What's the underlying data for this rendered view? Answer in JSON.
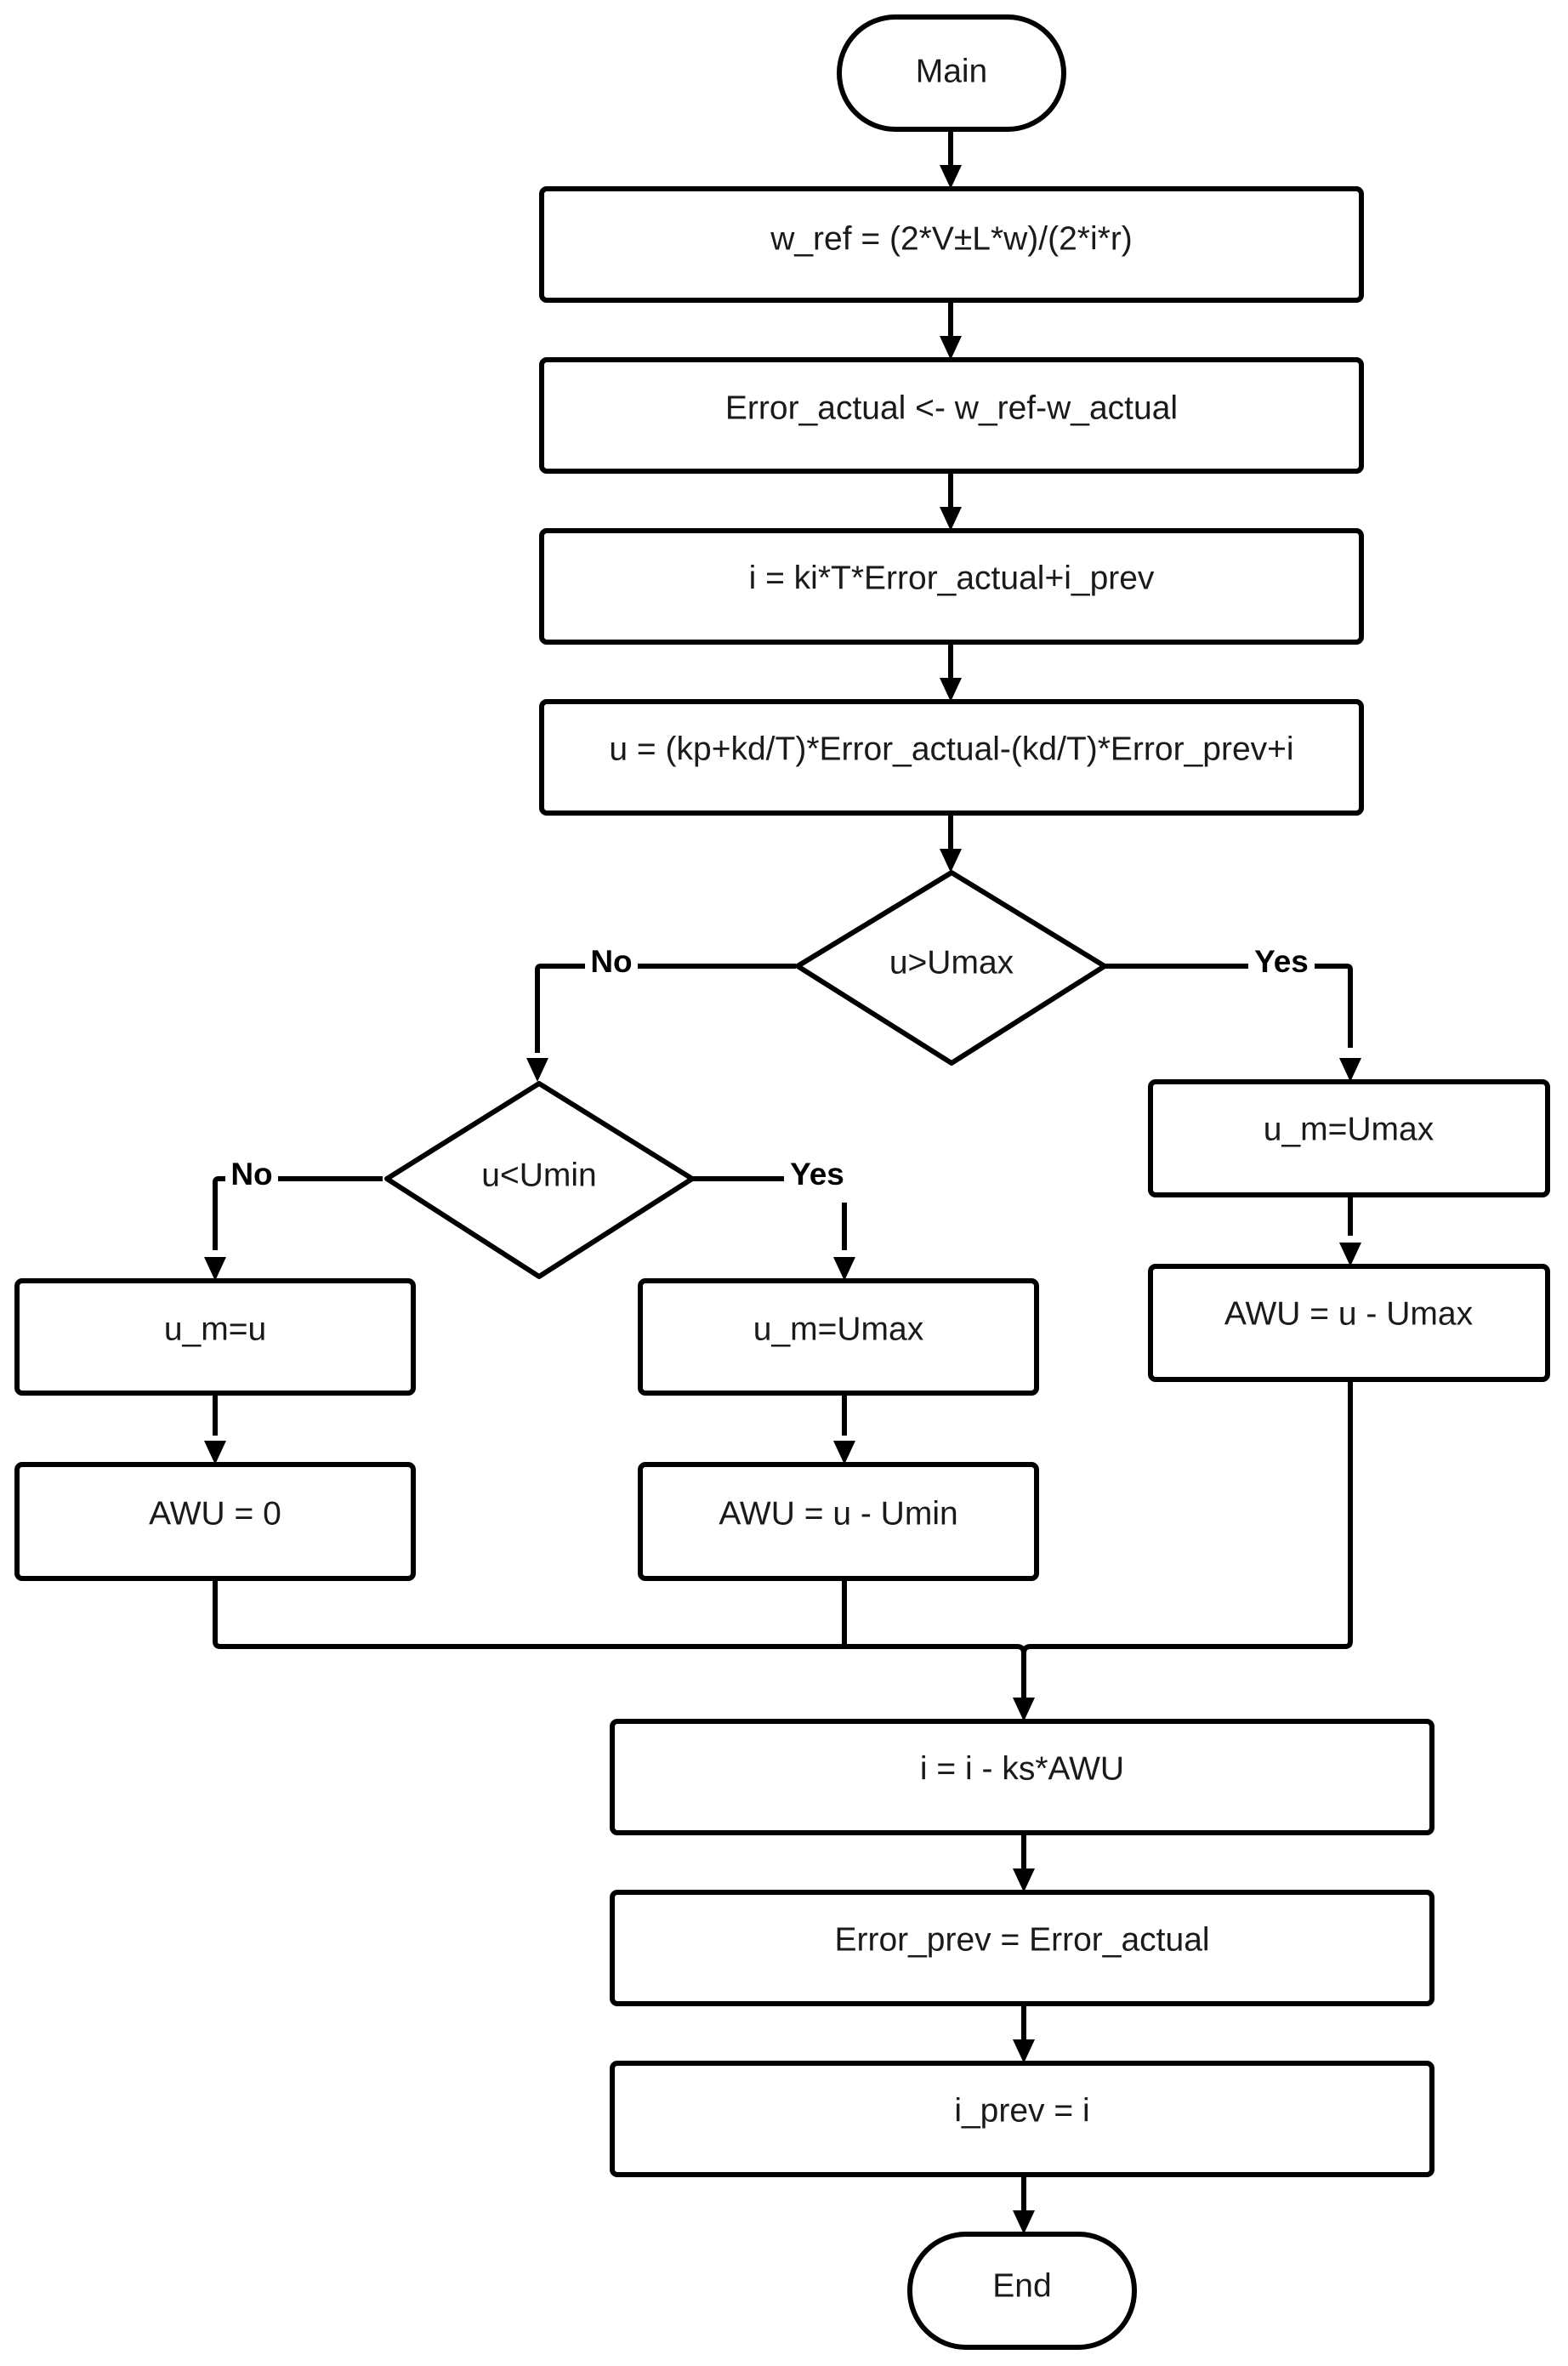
{
  "diagram": {
    "nodes": {
      "main": "Main",
      "w_ref": "w_ref = (2*V±L*w)/(2*i*r)",
      "error_actual": "Error_actual <- w_ref-w_actual",
      "i_update": "i = ki*T*Error_actual+i_prev",
      "u_compute": "u = (kp+kd/T)*Error_actual-(kd/T)*Error_prev+i",
      "cond_umax": "u>Umax",
      "cond_umin": "u<Umin",
      "um_umax_right": "u_m=Umax",
      "awu_umax": "AWU = u - Umax",
      "um_u": "u_m=u",
      "awu_zero": "AWU = 0",
      "um_umax_middle": "u_m=Umax",
      "awu_umin": "AWU = u - Umin",
      "i_antiwindup": "i = i - ks*AWU",
      "error_prev": "Error_prev = Error_actual",
      "i_prev": "i_prev = i",
      "end": "End"
    },
    "branches": {
      "umax_no": "No",
      "umax_yes": "Yes",
      "umin_no": "No",
      "umin_yes": "Yes"
    }
  }
}
